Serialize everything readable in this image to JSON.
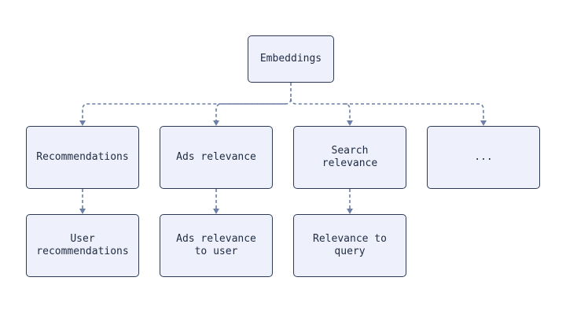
{
  "colors": {
    "node_fill": "#eef1fb",
    "node_border": "#2f3b55",
    "text": "#1f2a44",
    "connector": "#6b7fa8"
  },
  "nodes": {
    "embeddings": "Embeddings",
    "recommendations": "Recommendations",
    "ads_relevance": "Ads relevance",
    "search_relevance": "Search\nrelevance",
    "more": "...",
    "user_recommendations": "User\nrecommendations",
    "ads_relevance_to_user": "Ads relevance\nto user",
    "relevance_to_query": "Relevance to\nquery"
  }
}
